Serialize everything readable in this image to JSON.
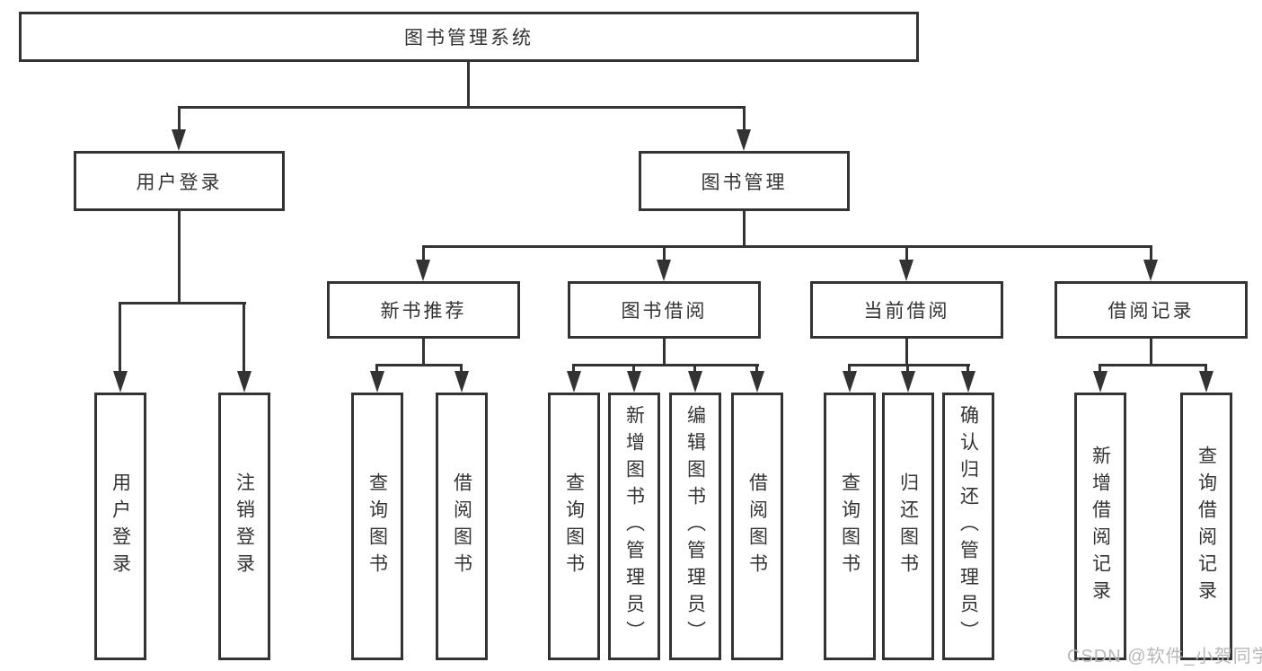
{
  "root": {
    "label": "图书管理系统"
  },
  "level2": [
    {
      "label": "用户登录"
    },
    {
      "label": "图书管理"
    }
  ],
  "level3": [
    {
      "label": "新书推荐"
    },
    {
      "label": "图书借阅"
    },
    {
      "label": "当前借阅"
    },
    {
      "label": "借阅记录"
    }
  ],
  "leaves": [
    {
      "label": "用户登录"
    },
    {
      "label": "注销登录"
    },
    {
      "label": "查询图书"
    },
    {
      "label": "借阅图书"
    },
    {
      "label": "查询图书"
    },
    {
      "label": "新增图书（管理员）"
    },
    {
      "label": "编辑图书（管理员）"
    },
    {
      "label": "借阅图书"
    },
    {
      "label": "查询图书"
    },
    {
      "label": "归还图书"
    },
    {
      "label": "确认归还（管理员）"
    },
    {
      "label": "新增借阅记录"
    },
    {
      "label": "查询借阅记录"
    }
  ],
  "watermark": {
    "text": "CSDN @软件_小贺同学"
  },
  "colors": {
    "line": "#333333",
    "text": "#333333",
    "background": "#ffffff",
    "watermark": "#b8b8b8"
  }
}
